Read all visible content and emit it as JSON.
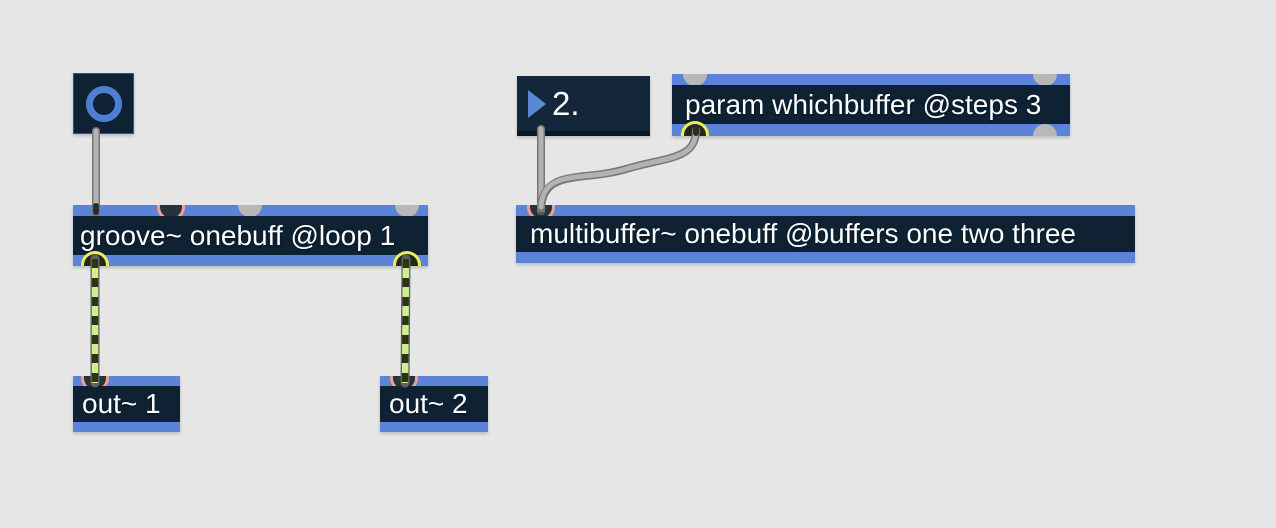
{
  "app": "Max patcher canvas",
  "palette": {
    "canvas_background": "#e6e6e6",
    "box_accent_blue": "#5b84d8",
    "box_body_dark": "#0e2234",
    "box_text": "#fdfdfd",
    "toggle_ring_blue": "#4d80d4",
    "flonum_triangle_blue": "#5b87d7",
    "inlet_hot_ring": "#f2a18e",
    "inlet_cold_gray": "#b8b8b8",
    "outlet_signal_ring": "#e9ef55",
    "message_cord_gray": "#b2b2b2",
    "signal_cord_green": "#cdf08e",
    "signal_cord_dash": "#2e3317"
  },
  "objects": {
    "toggle": {
      "type": "toggle",
      "state": "off"
    },
    "flonum": {
      "type": "number-box-float",
      "value": "2."
    },
    "groove": {
      "label": "groove~ onebuff @loop 1"
    },
    "param": {
      "label": "param whichbuffer @steps 3"
    },
    "multibuffer": {
      "label": "multibuffer~ onebuff @buffers one two three"
    },
    "out1": {
      "label": "out~ 1"
    },
    "out2": {
      "label": "out~ 2"
    }
  },
  "connections": [
    {
      "from": "toggle",
      "to": "groove inlet 1",
      "kind": "message"
    },
    {
      "from": "flonum",
      "to": "multibuffer~ inlet 1",
      "kind": "message"
    },
    {
      "from": "param outlet 1",
      "to": "multibuffer~ inlet 1",
      "kind": "message"
    },
    {
      "from": "groove~ outlet 1",
      "to": "out~ 1 inlet",
      "kind": "signal"
    },
    {
      "from": "groove~ outlet 2",
      "to": "out~ 2 inlet",
      "kind": "signal"
    }
  ]
}
